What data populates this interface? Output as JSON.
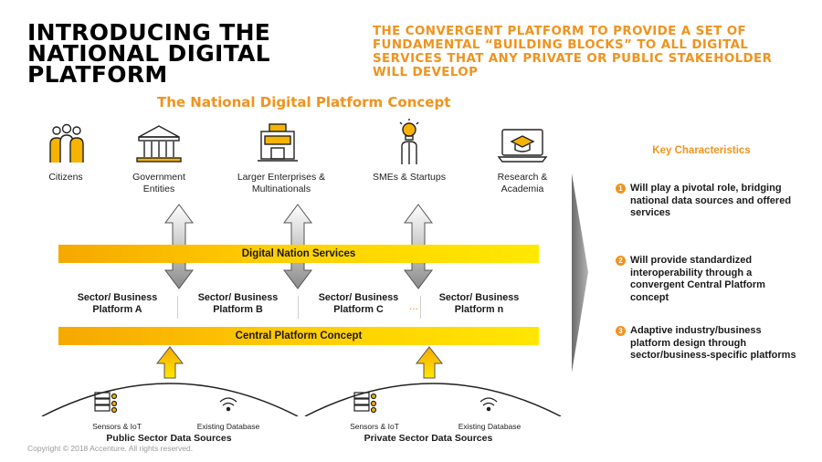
{
  "title": "INTRODUCING THE NATIONAL DIGITAL PLATFORM",
  "subtitle": "THE CONVERGENT PLATFORM TO PROVIDE A SET OF FUNDAMENTAL “BUILDING BLOCKS” TO ALL DIGITAL SERVICES THAT ANY PRIVATE OR PUBLIC STAKEHOLDER WILL DEVELOP",
  "concept_title": "The National Digital Platform Concept",
  "stakeholders": [
    {
      "label": "Citizens",
      "icon": "citizens-icon"
    },
    {
      "label": "Government Entities",
      "icon": "government-building-icon"
    },
    {
      "label": "Larger Enterprises & Multinationals",
      "icon": "enterprise-building-icon"
    },
    {
      "label": "SMEs & Startups",
      "icon": "lightbulb-person-icon"
    },
    {
      "label": "Research & Academia",
      "icon": "graduation-laptop-icon"
    }
  ],
  "digital_nation_services": "Digital Nation Services",
  "sector_platforms": [
    {
      "line1": "Sector/ Business",
      "line2": "Platform A"
    },
    {
      "line1": "Sector/ Business",
      "line2": "Platform B"
    },
    {
      "line1": "Sector/ Business",
      "line2": "Platform C"
    },
    {
      "line1": "Sector/ Business",
      "line2": "Platform n"
    }
  ],
  "ellipsis": "...",
  "central_platform": "Central Platform Concept",
  "data_sources": [
    {
      "sensors": "Sensors & IoT",
      "database": "Existing Database",
      "title": "Public Sector Data Sources"
    },
    {
      "sensors": "Sensors & IoT",
      "database": "Existing Database",
      "title": "Private Sector Data Sources"
    }
  ],
  "copyright": "Copyright © 2018 Accenture. All rights reserved.",
  "key_characteristics": {
    "title": "Key Characteristics",
    "items": [
      {
        "num": "1",
        "text": "Will play a pivotal role, bridging national data sources and offered services"
      },
      {
        "num": "2",
        "text": "Will provide standardized interoperability through a convergent Central Platform concept"
      },
      {
        "num": "3",
        "text": "Adaptive industry/business platform design through sector/business-specific platforms"
      }
    ]
  },
  "colors": {
    "accent": "#f0931e",
    "bar_start": "#f6a800",
    "bar_end": "#ffe800",
    "arrow_gray": "#9a9a9a"
  }
}
